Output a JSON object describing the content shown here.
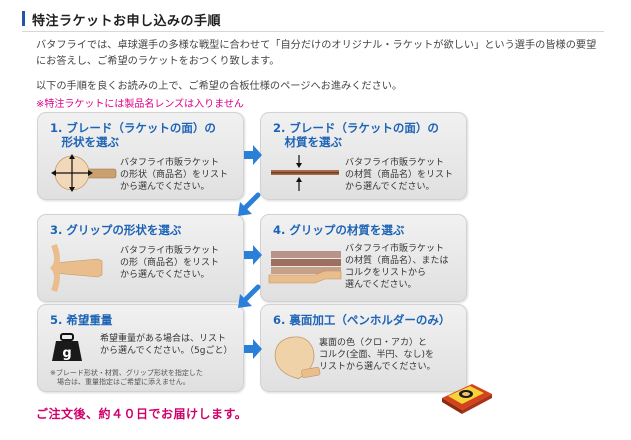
{
  "header": {
    "title": "特注ラケットお申し込みの手順"
  },
  "intro": {
    "line1": "バタフライでは、卓球選手の多様な戦型に合わせて「自分だけのオリジナル・ラケットが欲しい」という選手の皆様の要望",
    "line2": "にお答えし、ご希望のラケットをおつくり致します。",
    "line3": "以下の手順を良くお読みの上で、ご希望の合板仕様のページへお進みください。",
    "notice": "※特注ラケットには製品名レンズは入りません"
  },
  "steps": [
    {
      "title": "1. ブレード（ラケットの面）の\n　形状を選ぶ",
      "desc": "バタフライ市販ラケット\nの形状（商品名）をリスト\nから選んでください。",
      "icon": "blade-shape-icon"
    },
    {
      "title": "2. ブレード（ラケットの面）の\n　材質を選ぶ",
      "desc": "バタフライ市販ラケット\nの材質（商品名）をリスト\nから選んでください。",
      "icon": "blade-material-icon"
    },
    {
      "title": "3. グリップの形状を選ぶ",
      "desc": "バタフライ市販ラケット\nの形（商品名）をリスト\nから選んでください。",
      "icon": "grip-shape-icon"
    },
    {
      "title": "4. グリップの材質を選ぶ",
      "desc": "バタフライ市販ラケット\nの材質（商品名）、または\nコルクをリストから\n選んでください。",
      "icon": "grip-material-icon"
    },
    {
      "title": "5. 希望重量",
      "desc": "希望重量がある場合は、リスト\nから選んでください。（5gごと）",
      "note": "※ブレード形状・材質、グリップ形状を指定した\n　場合は、重量指定はご希望に添えません。",
      "icon": "weight-icon",
      "weight_label": "g"
    },
    {
      "title": "6. 裏面加工（ペンホルダーのみ）",
      "desc": "裏面の色（クロ・アカ）と\nコルク(全面、半円、なし)を\nリストから選んでください。",
      "icon": "penholder-back-icon"
    }
  ],
  "footer": {
    "text": "ご注文後、約４０日でお届けします。"
  },
  "colors": {
    "accent_blue": "#1e64b6",
    "arrow_blue": "#2a7fd8",
    "notice_pink": "#e0008a",
    "footer_magenta": "#d1006b"
  }
}
